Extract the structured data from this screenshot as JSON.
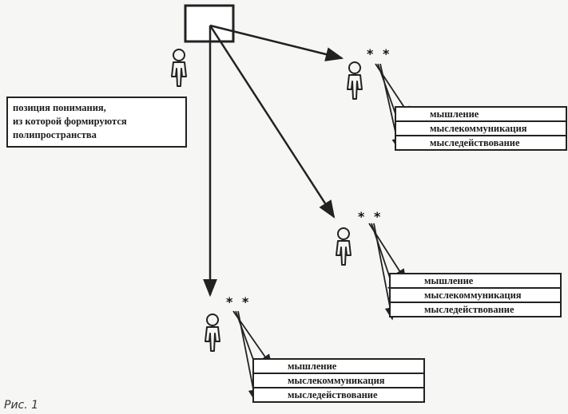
{
  "caption": {
    "lines": [
      "позиция понимания,",
      "из которой формируются",
      "полипространства"
    ]
  },
  "stars": "* *",
  "stacks": [
    {
      "items": [
        "мышление",
        "мыслекоммуникация",
        "мыследействование"
      ]
    },
    {
      "items": [
        "мышление",
        "мыслекоммуникация",
        "мыследействование"
      ]
    },
    {
      "items": [
        "мышление",
        "мыслекоммуникация",
        "мыследействование"
      ]
    }
  ],
  "figure_label": "Рис. 1",
  "icons": {
    "person": "person-icon",
    "position_box": "square-box"
  }
}
